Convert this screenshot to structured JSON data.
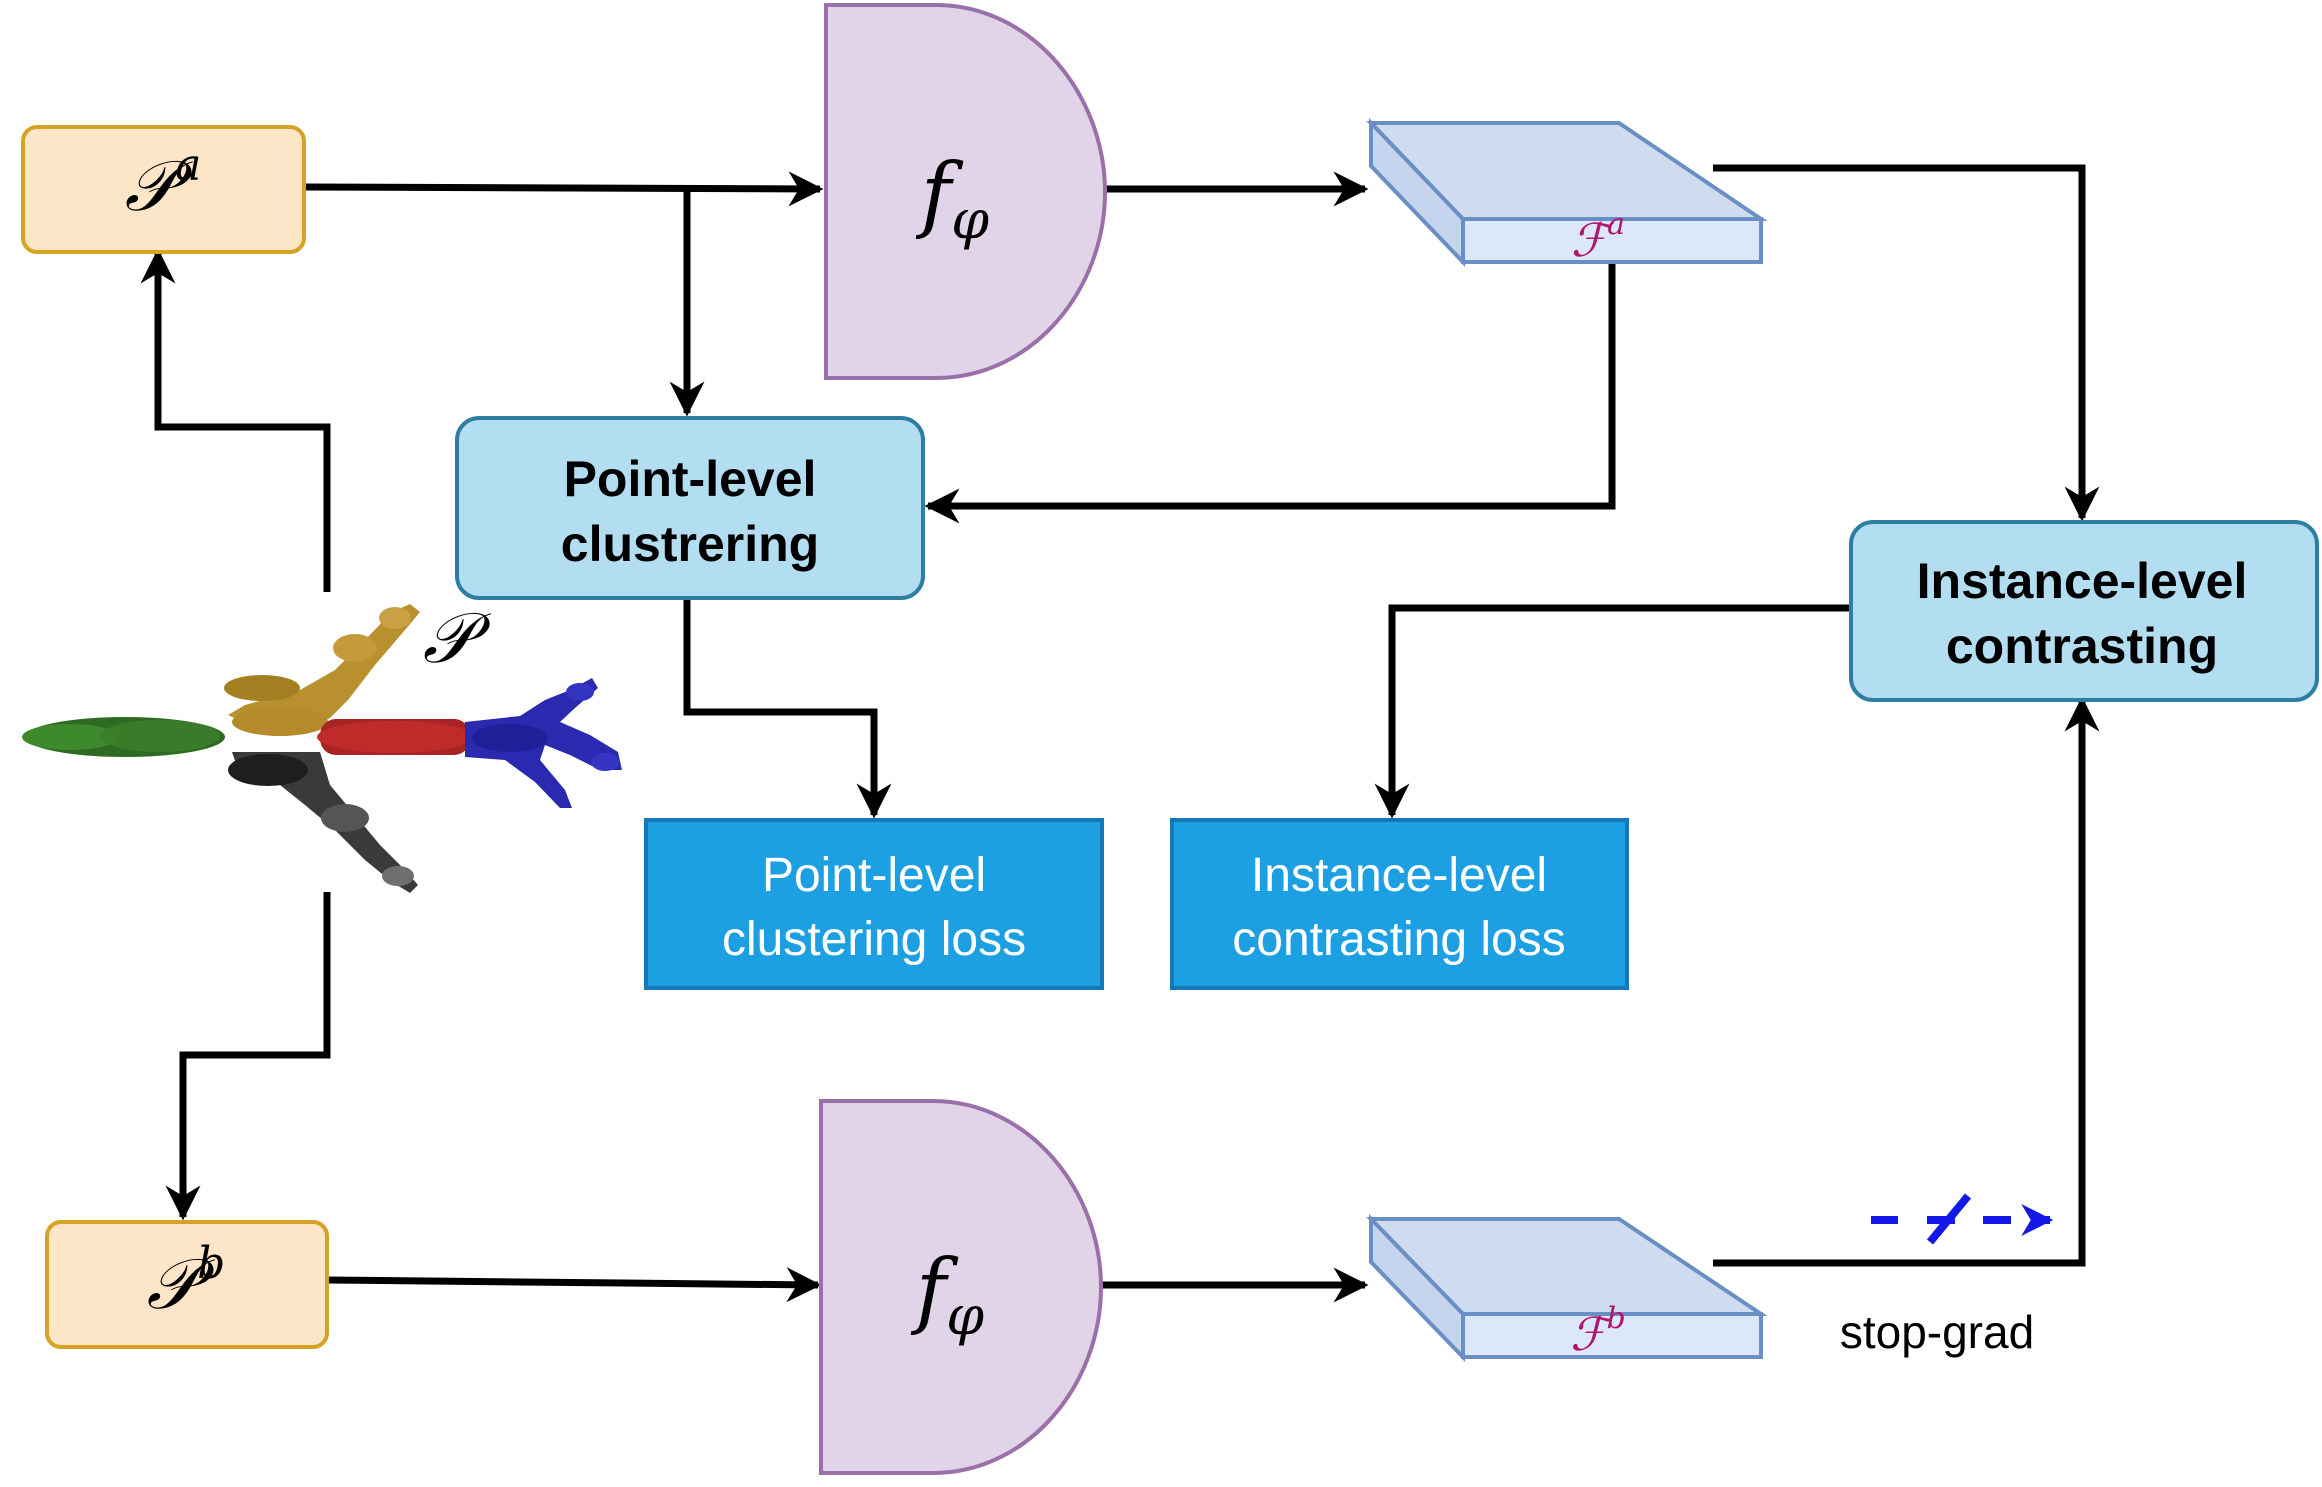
{
  "inputs": {
    "pa": {
      "base": "𝒫",
      "sup": "a"
    },
    "pb": {
      "base": "𝒫",
      "sup": "b"
    },
    "p": {
      "base": "𝒫"
    }
  },
  "encoders": {
    "top": {
      "base": "f",
      "sub": "φ"
    },
    "bottom": {
      "base": "f",
      "sub": "φ"
    }
  },
  "features": {
    "fa": {
      "base": "ℱ",
      "sup": "a"
    },
    "fb": {
      "base": "ℱ",
      "sup": "b"
    }
  },
  "modules": {
    "point_clustering": {
      "line1": "Point-level",
      "line2": "clustrering"
    },
    "instance_contrasting": {
      "line1": "Instance-level",
      "line2": "contrasting"
    }
  },
  "losses": {
    "point": {
      "line1": "Point-level",
      "line2": "clustering loss"
    },
    "instance": {
      "line1": "Instance-level",
      "line2": "contrasting loss"
    }
  },
  "stop_grad": {
    "label": "stop-grad"
  },
  "colors": {
    "input_fill": "#fde6c8",
    "input_stroke": "#d7a326",
    "encoder_fill": "#e2d4e8",
    "encoder_stroke": "#9b70aa",
    "feature_top": "#cfdcf0",
    "feature_front": "#dce8fa",
    "feature_stroke": "#6a8fc4",
    "feature_text": "#b0166e",
    "module_fill": "#b3ddf0",
    "module_stroke": "#2c7ea3",
    "loss_fill": "#1ca0e2",
    "loss_stroke": "#1478b8",
    "stopgrad": "#1418e6"
  }
}
